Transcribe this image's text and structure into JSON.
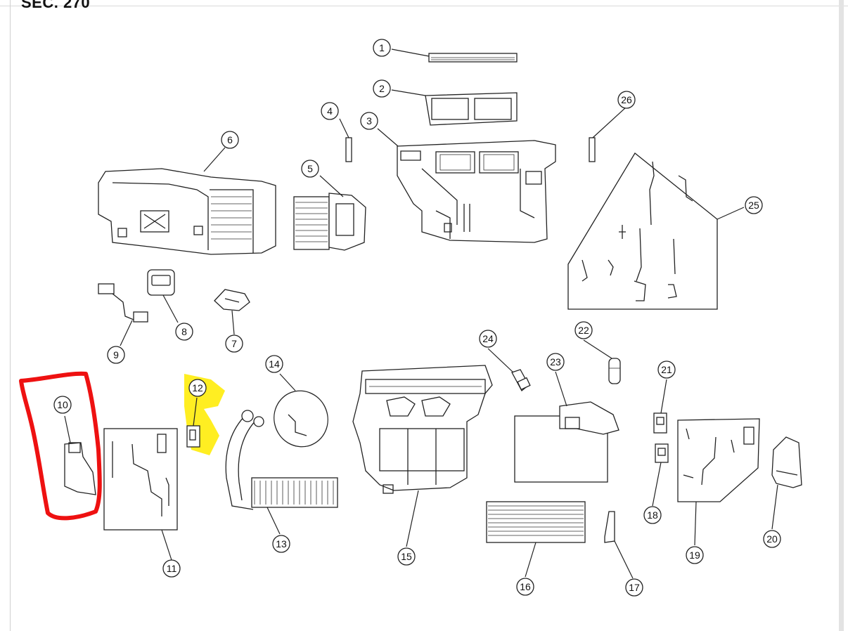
{
  "header": {
    "section": "SEC. 270"
  },
  "callouts": [
    "1",
    "2",
    "3",
    "4",
    "5",
    "6",
    "7",
    "8",
    "9",
    "10",
    "11",
    "12",
    "13",
    "14",
    "15",
    "16",
    "17",
    "18",
    "19",
    "20",
    "21",
    "22",
    "23",
    "24",
    "25",
    "26"
  ],
  "annotations": {
    "red_outline_color": "#ee1111",
    "yellow_highlight_color": "#ffee22"
  }
}
